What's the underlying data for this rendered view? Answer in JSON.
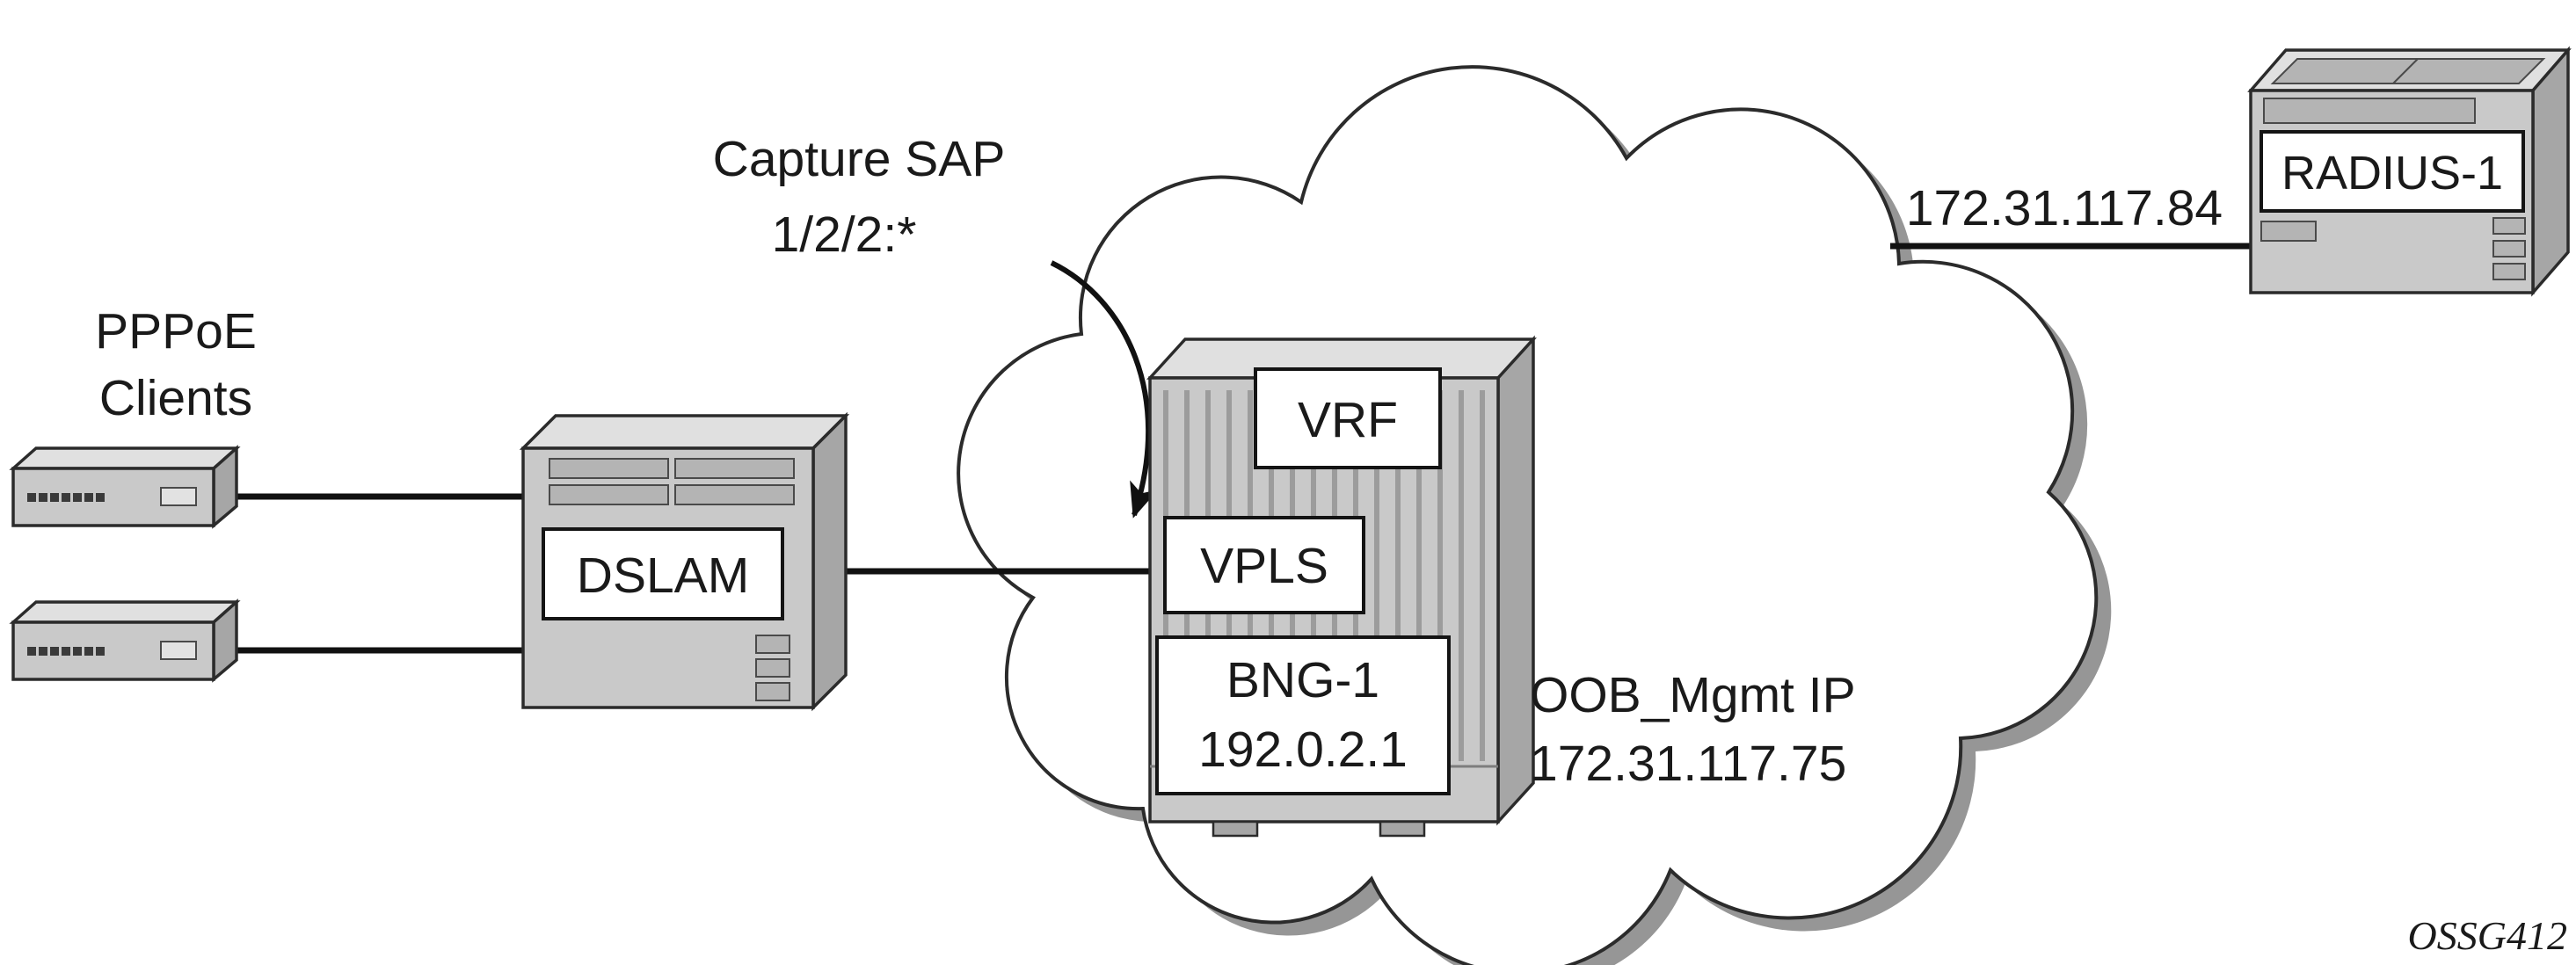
{
  "diagram": {
    "clients_label": {
      "line1": "PPPoE",
      "line2": "Clients"
    },
    "dslam": {
      "label": "DSLAM"
    },
    "capture_sap": {
      "line1": "Capture SAP",
      "line2": "1/2/2:*"
    },
    "bng": {
      "vrf": "VRF",
      "vpls": "VPLS",
      "name": "BNG-1",
      "ip": "192.0.2.1"
    },
    "mgmt": {
      "line1": "OOB_Mgmt IP",
      "line2": "172.31.117.75"
    },
    "radius": {
      "label": "RADIUS-1",
      "link_ip": "172.31.117.84"
    },
    "watermark": "OSSG412",
    "colors": {
      "device_front": "#c9c9c9",
      "device_top": "#e0e0e0",
      "device_side": "#a6a6a6",
      "outline": "#2b2b2b",
      "label_box_fill": "#ffffff",
      "link_line": "#111111",
      "cloud_fill": "#ffffff",
      "cloud_shadow": "#969696",
      "slot_fill": "#b4b4b4",
      "rib_stroke": "#9c9c9c"
    }
  }
}
